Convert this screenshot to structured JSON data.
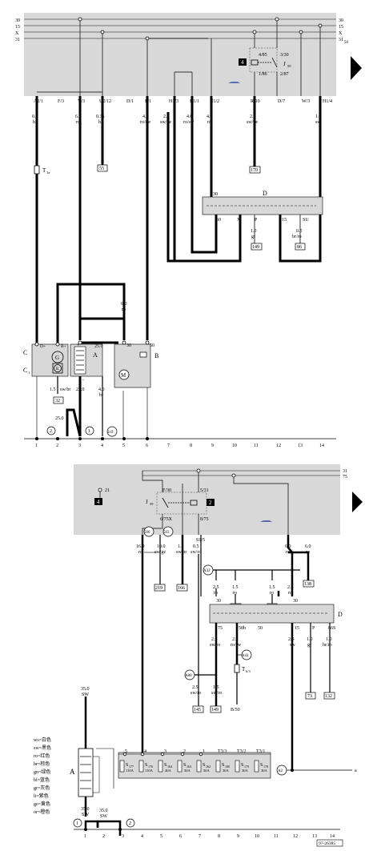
{
  "diagram": {
    "upper": {
      "bus_left": [
        "30",
        "15",
        "X",
        "31"
      ],
      "bus_right": [
        "30",
        "15",
        "X",
        "31"
      ],
      "bus_right_sub": "50",
      "relay": {
        "badge": "4",
        "t1": "4/85",
        "t2": "3/30",
        "t3": "1/86",
        "t4": "2/87",
        "name": "J",
        "sub": "59"
      },
      "connectors": [
        "A2/1",
        "F/3",
        "Y/3",
        "U2/12",
        "D/1",
        "F/1",
        "H1/3",
        "H1/1",
        "H1/2",
        "R/10",
        "D/7",
        "W/3",
        "H1/4"
      ],
      "wires": [
        {
          "size": "0.5",
          "color": "bl"
        },
        {
          "size": "6.0",
          "color": "ro"
        },
        {
          "size": "0.35",
          "color": "bl"
        },
        {
          "size": "4.0",
          "color": "ro/sw"
        },
        {
          "size": "2.5",
          "color": "sw/ge"
        },
        {
          "size": "4.0",
          "color": "ro/sw"
        },
        {
          "size": "4.0",
          "color": "ro"
        },
        {
          "size": "2.5",
          "color": "sw/ge"
        },
        {
          "size": "1.5",
          "color": "sw"
        }
      ],
      "refs": [
        "55",
        "170",
        "149",
        "86",
        "32",
        "119"
      ],
      "fuse": {
        "name": "T",
        "sub": "1a"
      },
      "ignition": {
        "label": "D",
        "terms": [
          "30",
          "50",
          "X",
          "P",
          "15",
          "SU"
        ]
      },
      "wire_ign_p": {
        "size": "1.0",
        "color": "gr"
      },
      "wire_ign_su": {
        "size": "0.5",
        "color": "br/ro"
      },
      "wire_mid": {
        "size": "6.0",
        "color": "ro"
      },
      "gen": {
        "label": "C",
        "sub_label": "C",
        "sub_index": "1",
        "t_dplus": "D+",
        "t_bplus": "B+",
        "sym_g": "G",
        "sym_r": "R"
      },
      "battery": {
        "label": "A",
        "t_plus": "+",
        "t_minus": "-",
        "t_25": "25.0"
      },
      "starter": {
        "label": "B",
        "t_30": "30",
        "t_50": "50",
        "sym": "M"
      },
      "wire_gen": {
        "size": "1.5",
        "color": "sw/br"
      },
      "wire_bat": {
        "size": "25.0"
      },
      "wire_st": {
        "size": "4.0",
        "color": "br"
      },
      "wire_ground": {
        "size": "25.0"
      },
      "grounds": [
        "2",
        "1"
      ],
      "numbers": [
        "1",
        "2",
        "3",
        "4",
        "5",
        "6",
        "7",
        "8",
        "9",
        "10",
        "11",
        "12",
        "13",
        "14"
      ]
    },
    "lower": {
      "bus_right": [
        "31",
        "75"
      ],
      "left_term": "21",
      "badge_left": "4",
      "relay": {
        "name": "J",
        "sub": "59",
        "t1": "F/30",
        "t2": "5/31",
        "t3": "6/75X",
        "t4": "8/75",
        "badge": "2"
      },
      "s1": "S1/5",
      "wire_s1": {
        "size": "0.5",
        "color": "sw/ro"
      },
      "nodes": [
        "500",
        "503"
      ],
      "wires": [
        {
          "size": "16.0",
          "color": "ro"
        },
        {
          "size": "10.0",
          "color": "sw/ge"
        },
        {
          "size": "1.5",
          "color": "sw/br"
        },
        {
          "size": "6.0",
          "color": "ro"
        },
        {
          "size": "6.0",
          "color": "ro"
        }
      ],
      "refs_top": [
        "219",
        "166",
        "138"
      ],
      "a32": "A32",
      "branch_wires": [
        {
          "size": "2.5",
          "color": "ro"
        },
        {
          "size": "1.5",
          "color": "ro"
        },
        {
          "size": "1.5",
          "color": "ro"
        },
        {
          "size": "2.5",
          "color": "ro"
        }
      ],
      "refs_branch": [
        "144",
        "71"
      ],
      "ignition": {
        "label": "D",
        "terms": [
          "30",
          "75",
          "50b",
          "50",
          "15",
          "P",
          "86S"
        ]
      },
      "ign_wires": [
        {
          "size": "2.5",
          "color": "sw/ro"
        },
        {
          "size": "2.5",
          "color": "ro/sw"
        },
        {
          "size": "2.5",
          "color": "sw"
        },
        {
          "size": "1.0",
          "color": "gr"
        },
        {
          "size": "1.0",
          "color": "br/ro"
        }
      ],
      "refs_ign": [
        "73",
        "132"
      ],
      "fuse": {
        "name": "T",
        "sub": "6/3",
        "node": "A41",
        "out": "B/50"
      },
      "a88": "A88",
      "bottom_wires": [
        {
          "size": "2.5",
          "color": "sw/ro"
        },
        {
          "size": "1.5",
          "color": "sw/ro"
        }
      ],
      "refs_bottom": [
        "145",
        "149"
      ],
      "battery": {
        "label": "A",
        "wire_top": {
          "size": "35.0",
          "color": "SW"
        },
        "wire_bot": {
          "size": "35.0",
          "color": "SW"
        },
        "wire_g": {
          "size": "35.0",
          "color": "SW"
        }
      },
      "fuse_terms": [
        "5",
        "4",
        "3",
        "2",
        "1",
        "T3/3",
        "T3/2",
        "T3/1"
      ],
      "fuses": [
        {
          "name": "S",
          "sub": "177",
          "val": "110A"
        },
        {
          "name": "S",
          "sub": "176",
          "val": "110A"
        },
        {
          "name": "S",
          "sub": "164",
          "val": "40A"
        },
        {
          "name": "S",
          "sub": "163",
          "val": "50A"
        },
        {
          "name": "S",
          "sub": "162",
          "val": "50A"
        },
        {
          "name": "S",
          "sub": "180",
          "val": "30A"
        },
        {
          "name": "S",
          "sub": "179",
          "val": "30A"
        },
        {
          "name": "S",
          "sub": "178",
          "val": "30A"
        }
      ],
      "a2": "A2",
      "a2_out": "a",
      "grounds": [
        "1",
        "2"
      ],
      "legend": [
        "ws=白色",
        "sw=黑色",
        "ro=红色",
        "br=棕色",
        "gn=绿色",
        "bl=蓝色",
        "gr=灰色",
        "li=紫色",
        "ge=黄色",
        "or=橙色"
      ],
      "numbers": [
        "1",
        "2",
        "3",
        "4",
        "5",
        "6",
        "7",
        "8",
        "9",
        "10",
        "11",
        "12",
        "13",
        "14"
      ],
      "code": "97-26385"
    }
  }
}
